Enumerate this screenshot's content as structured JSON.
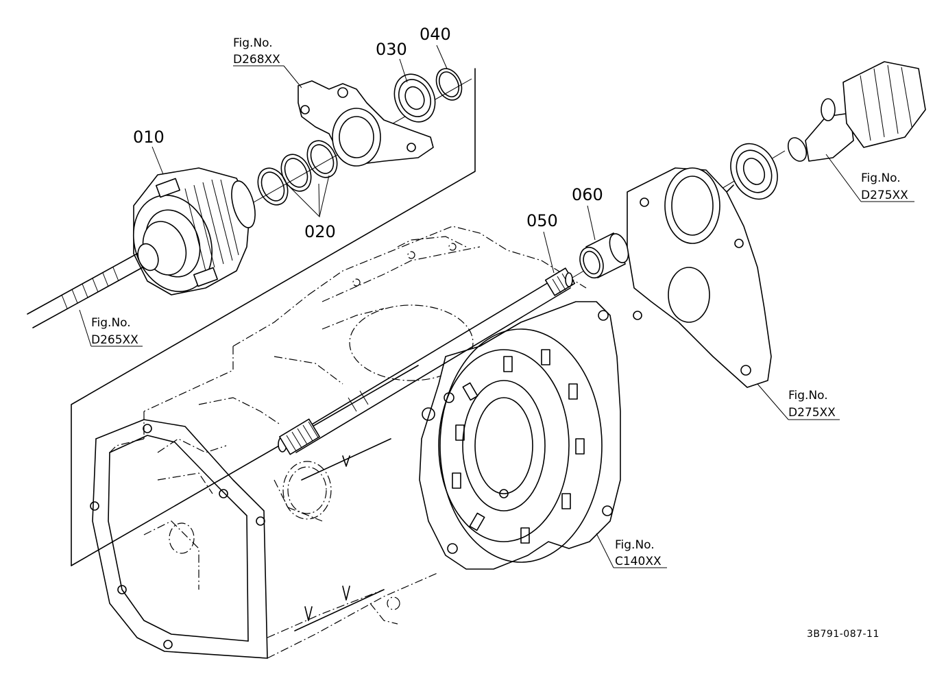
{
  "part_numbers": {
    "p010": "010",
    "p020": "020",
    "p030": "030",
    "p040": "040",
    "p050": "050",
    "p060": "060"
  },
  "figure_refs": {
    "d268": {
      "line1": "Fig.No.",
      "line2": "D268XX"
    },
    "d265": {
      "line1": "Fig.No.",
      "line2": "D265XX"
    },
    "d275_top": {
      "line1": "Fig.No.",
      "line2": "D275XX"
    },
    "d275_mid": {
      "line1": "Fig.No.",
      "line2": "D275XX"
    },
    "c140": {
      "line1": "Fig.No.",
      "line2": "C140XX"
    }
  },
  "document_code": "3B791-087-11"
}
